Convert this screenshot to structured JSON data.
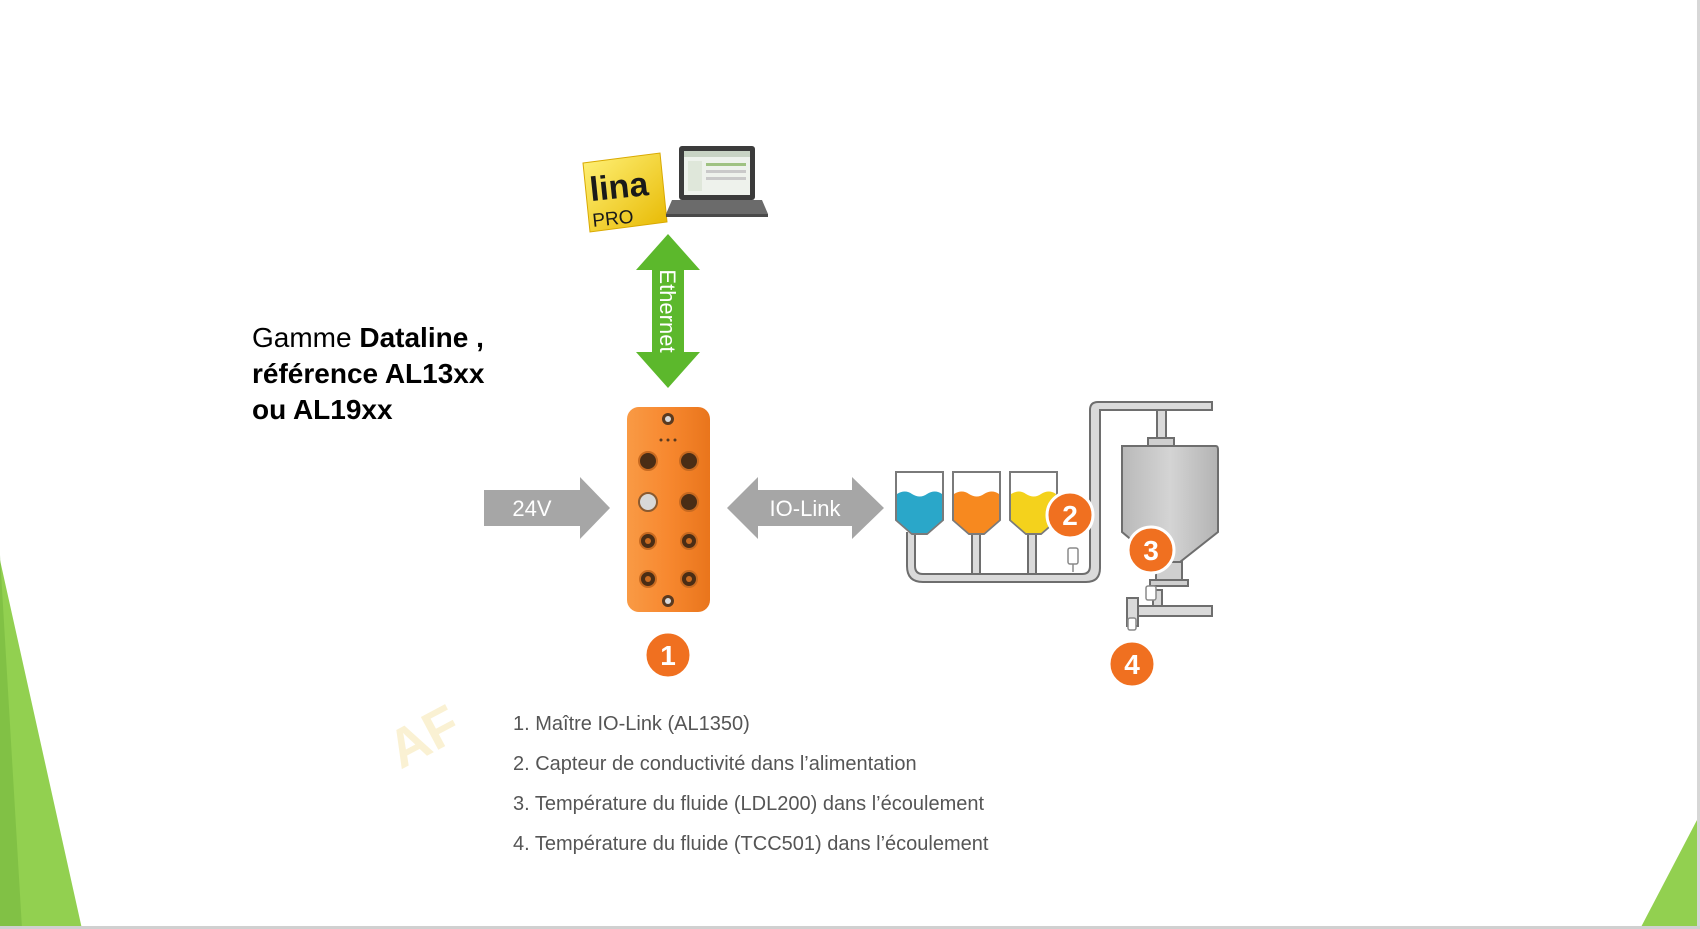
{
  "title": {
    "part1": "Gamme ",
    "part2": "Dataline ,",
    "line2": "référence AL13xx",
    "line3": "ou AL19xx"
  },
  "logo": {
    "name": "lina",
    "sub": "PRO"
  },
  "arrows": {
    "ethernet": "Ethernet",
    "power": "24V",
    "iolink": "IO-Link"
  },
  "badges": [
    "1",
    "2",
    "3",
    "4"
  ],
  "legend": [
    "1. Maître IO-Link (AL1350)",
    "2. Capteur de conductivité dans l’alimentation",
    "3. Température du fluide (LDL200) dans l’écoulement",
    "4. Température du fluide (TCC501) dans l’écoulement"
  ],
  "watermark": "AF",
  "colors": {
    "accent_green": "#5cb82c",
    "slide_green": "#92d050",
    "device_orange": "#f7882f",
    "badge_orange": "#f07020",
    "arrow_gray": "#a6a6a6",
    "tank_blue": "#2aa7c9",
    "tank_orange": "#f7891f",
    "tank_yellow": "#f4d21c"
  }
}
